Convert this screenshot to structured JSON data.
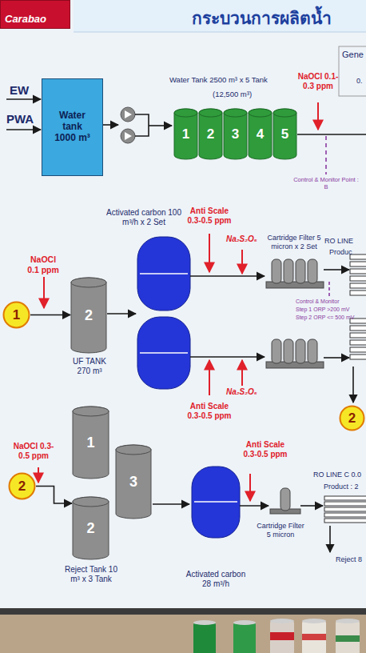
{
  "diagram": {
    "title": "กระบวนการผลิตน้ำ",
    "nodes": [
      {
        "text": [
          "Carabao"
        ]
      },
      {
        "text": [
          "Water tank 1000 m³"
        ]
      },
      {
        "text": [
          "1"
        ]
      },
      {
        "text": [
          "2"
        ]
      },
      {
        "text": [
          "3"
        ]
      },
      {
        "text": [
          "4"
        ]
      },
      {
        "text": [
          "5"
        ]
      },
      {
        "text": [
          "1"
        ]
      },
      {
        "text": [
          "2"
        ]
      },
      {
        "text": [
          "2"
        ]
      },
      {
        "text": [
          "2"
        ]
      },
      {
        "text": [
          "1"
        ]
      },
      {
        "text": [
          "3"
        ]
      },
      {
        "text": [
          "2"
        ]
      }
    ],
    "edges": [
      {
        "from": 7,
        "to": 8,
        "arrow": "to"
      },
      {
        "from": 10,
        "to": 13,
        "arrow": "to"
      }
    ],
    "labels": [
      "Gene",
      "EW",
      "PWA",
      "Water Tank 2500 m³ x 5 Tank",
      "(12,500 m³)",
      "NaOCl 0.1-0.3 ppm",
      "0.",
      "Control & Monitor Point : B",
      "NaOCl 0.1 ppm",
      "UF TANK 270 m³",
      "Activated carbon 100 m³/h x 2 Set",
      "Anti Scale 0.3-0.5 ppm",
      "Na₂S₂O₅",
      "Cartridge Filter 5 micron x 2 Set",
      "RO LINE",
      "Produc",
      "Control & Monitor",
      "Step 1 ORP >200 mV",
      "Step 2 ORP <= 500 mV",
      "Na₂S₂O₅",
      "Anti Scale 0.3-0.5 ppm",
      "NaOCl 0.3-0.5 ppm",
      "Anti Scale 0.3-0.5 ppm",
      "RO LINE C 0.0",
      "Product : 2",
      "Cartridge Filter 5 micron",
      "Activated carbon 28 m³/h",
      "Reject Tank 10 m³ x 3 Tank",
      "Reject 8"
    ]
  }
}
